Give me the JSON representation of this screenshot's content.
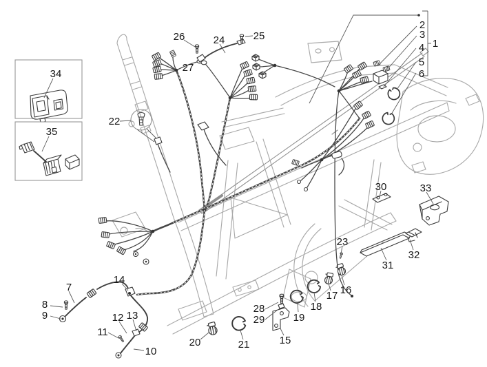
{
  "figure": {
    "kind": "exploded-parts-diagram",
    "subject": "motorcycle frame main cable harness with numbered part callouts",
    "background_color": "#ffffff"
  },
  "colors": {
    "frame_lines": "#a9a9a9",
    "harness_lines": "#474747",
    "part_outlines": "#3a3a3a",
    "leader_lines": "#5a5a5a",
    "callout_text": "#161616",
    "inset_border": "#979797"
  },
  "callouts": [
    {
      "num": "1",
      "icon": "main-harness-bracket"
    },
    {
      "num": "2",
      "icon": "relay-connector"
    },
    {
      "num": "3",
      "icon": "relay-connector"
    },
    {
      "num": "4",
      "icon": "clip"
    },
    {
      "num": "5",
      "icon": "circlip"
    },
    {
      "num": "6",
      "icon": "circlip"
    },
    {
      "num": "7",
      "icon": "battery-cable"
    },
    {
      "num": "8",
      "icon": "bolt"
    },
    {
      "num": "9",
      "icon": "ring-terminal"
    },
    {
      "num": "10",
      "icon": "ground-cable"
    },
    {
      "num": "11",
      "icon": "screw"
    },
    {
      "num": "12",
      "icon": "cable-junction"
    },
    {
      "num": "13",
      "icon": "cable-junction"
    },
    {
      "num": "14",
      "icon": "cable-clamp"
    },
    {
      "num": "15",
      "icon": "bracket"
    },
    {
      "num": "16",
      "icon": "hose-clamp"
    },
    {
      "num": "17",
      "icon": "hose-clamp"
    },
    {
      "num": "18",
      "icon": "circlip"
    },
    {
      "num": "19",
      "icon": "circlip"
    },
    {
      "num": "20",
      "icon": "hose-clamp"
    },
    {
      "num": "21",
      "icon": "circlip"
    },
    {
      "num": "22",
      "icon": "fastener-callout-circle"
    },
    {
      "num": "23",
      "icon": "screw"
    },
    {
      "num": "24",
      "icon": "jumper-cable"
    },
    {
      "num": "25",
      "icon": "bolt"
    },
    {
      "num": "26",
      "icon": "bolt"
    },
    {
      "num": "27",
      "icon": "connector-hub"
    },
    {
      "num": "28",
      "icon": "bolt"
    },
    {
      "num": "29",
      "icon": "nut-washer"
    },
    {
      "num": "30",
      "icon": "plate"
    },
    {
      "num": "31",
      "icon": "rubber-strip"
    },
    {
      "num": "32",
      "icon": "clip"
    },
    {
      "num": "33",
      "icon": "bracket"
    },
    {
      "num": "34",
      "icon": "rubber-boot"
    },
    {
      "num": "35",
      "icon": "diagnostic-cable"
    }
  ]
}
